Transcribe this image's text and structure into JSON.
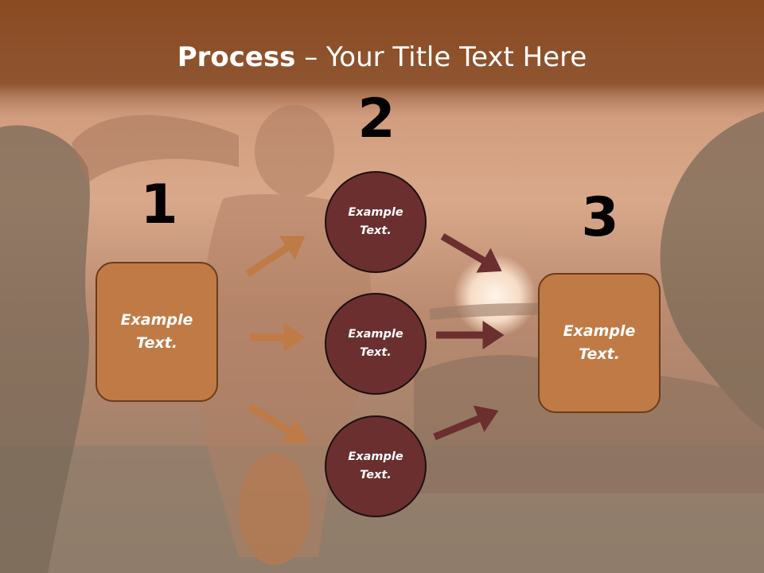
{
  "slide": {
    "title_bold": "Process",
    "title_rest": " – Your Title Text Here"
  },
  "steps": [
    {
      "number": "1",
      "text_line1": "Example",
      "text_line2": "Text."
    },
    {
      "number": "2",
      "text_line1": "Example",
      "text_line2": "Text."
    },
    {
      "number": "3",
      "text_line1": "Example",
      "text_line2": "Text."
    }
  ],
  "middle_nodes": [
    {
      "text_line1": "Example",
      "text_line2": "Text."
    },
    {
      "text_line1": "Example",
      "text_line2": "Text."
    },
    {
      "text_line1": "Example",
      "text_line2": "Text."
    }
  ],
  "colors": {
    "header_band": "#8a4a22",
    "box_fill": "#c07a45",
    "box_border": "#6b3c1c",
    "circle_fill": "#6b2f2f",
    "arrow_left": "#c07a45",
    "arrow_right": "#6b2f2f"
  }
}
